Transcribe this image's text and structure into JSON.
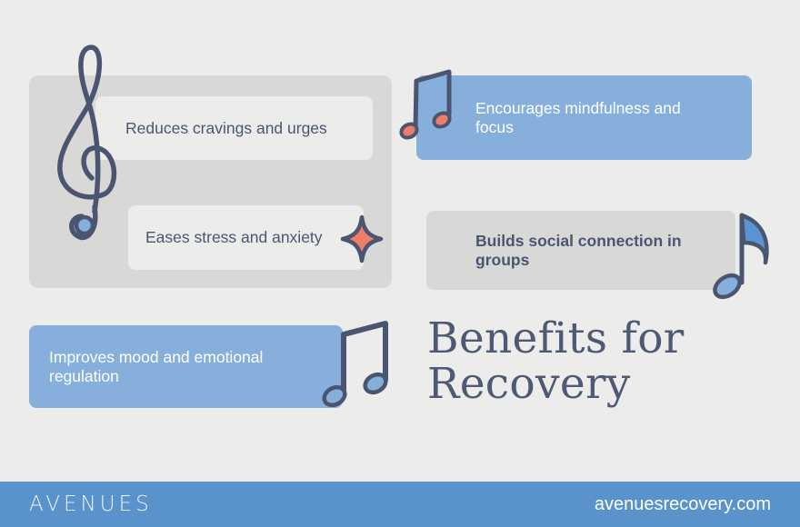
{
  "title": {
    "line1": "Benefits for",
    "line2": "Recovery"
  },
  "benefits": [
    {
      "label": "Reduces cravings and urges",
      "style": "light"
    },
    {
      "label": "Eases stress and anxiety",
      "style": "light"
    },
    {
      "label": "Encourages mindfulness and focus",
      "style": "blue"
    },
    {
      "label": "Builds social connection in groups",
      "style": "grey"
    },
    {
      "label": "Improves mood and emotional regulation",
      "style": "blue"
    }
  ],
  "icons": [
    "treble-clef-icon",
    "sparkle-icon",
    "beamed-notes-icon",
    "eighth-note-icon",
    "beamed-notes-icon"
  ],
  "footer": {
    "logo": "AVENUES",
    "url": "avenuesrecovery.com"
  },
  "colors": {
    "background": "#ececeb",
    "panel_grey": "#d8d9d7",
    "card_blue": "#86afdc",
    "footer_blue": "#5a92cc",
    "ink": "#4a5671",
    "accent_coral": "#f07d68",
    "accent_blue": "#5b93d3"
  }
}
